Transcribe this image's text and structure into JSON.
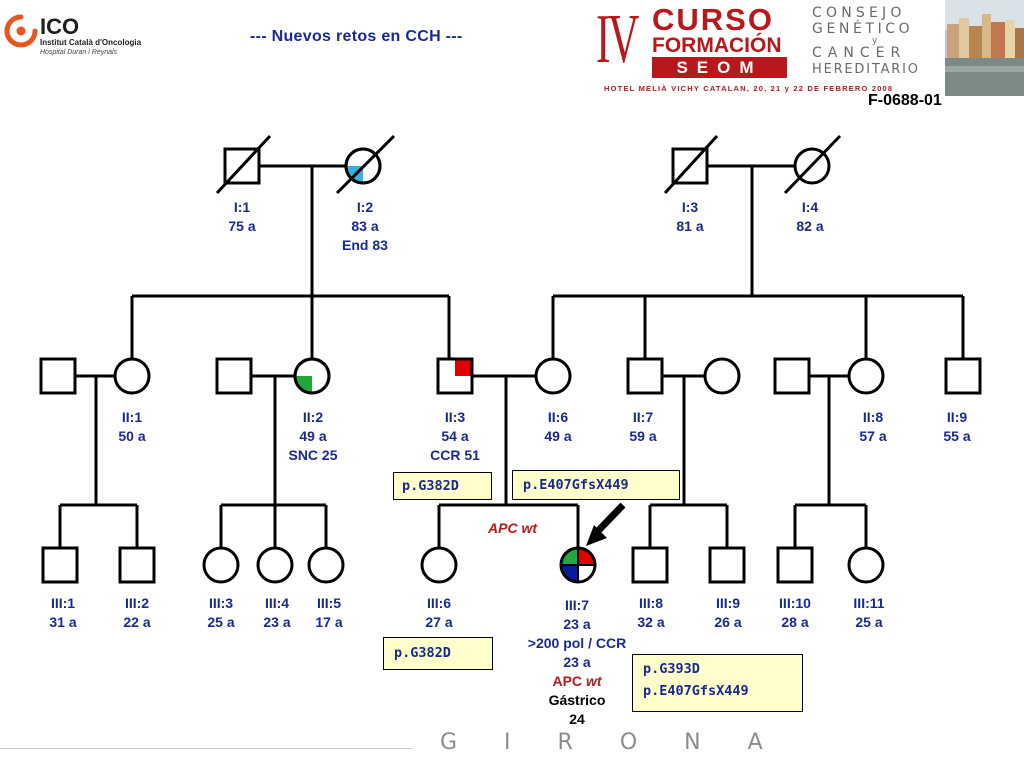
{
  "header": {
    "logo": {
      "name": "ICO",
      "subtitle_1": "Institut Català d'Oncologia",
      "subtitle_2": "Hospital Duran i Reynals",
      "brand_color": "#e8551f"
    },
    "slide_title": "--- Nuevos retos en CCH ---",
    "course": {
      "roman": "IV",
      "line_1": "CURSO",
      "line_2": "FORMACIÓN",
      "line_3": "SEOM",
      "venue": "HOTEL MELIÀ VICHY CATALAN, 20, 21 y 22 DE FEBRERO 2008",
      "side_text": [
        "CONSEJO",
        "GENÉTICO",
        "y",
        "CANCER",
        "HEREDITARIO"
      ],
      "color": "#b8181b"
    },
    "family_code": "F-0688-01"
  },
  "pedigree": {
    "generation_1": [
      {
        "id": "I:1",
        "age": "75 a"
      },
      {
        "id": "I:2",
        "age": "83 a",
        "note": "End 83"
      },
      {
        "id": "I:3",
        "age": "81 a"
      },
      {
        "id": "I:4",
        "age": "82 a"
      }
    ],
    "generation_2": [
      {
        "id": "II:1",
        "age": "50 a"
      },
      {
        "id": "II:2",
        "age": "49 a",
        "note": "SNC 25"
      },
      {
        "id": "II:3",
        "age": "54 a",
        "note": "CCR 51"
      },
      {
        "id": "II:6",
        "age": "49 a"
      },
      {
        "id": "II:7",
        "age": "59 a"
      },
      {
        "id": "II:8",
        "age": "57 a"
      },
      {
        "id": "II:9",
        "age": "55 a"
      }
    ],
    "generation_3": [
      {
        "id": "III:1",
        "age": "31 a"
      },
      {
        "id": "III:2",
        "age": "22 a"
      },
      {
        "id": "III:3",
        "age": "25 a"
      },
      {
        "id": "III:4",
        "age": "23 a"
      },
      {
        "id": "III:5",
        "age": "17 a"
      },
      {
        "id": "III:6",
        "age": "27 a"
      },
      {
        "id": "III:8",
        "age": "32 a"
      },
      {
        "id": "III:9",
        "age": "26 a"
      },
      {
        "id": "III:10",
        "age": "28 a"
      },
      {
        "id": "III:11",
        "age": "25 a"
      }
    ],
    "proband": {
      "id": "III:7",
      "age": "23 a",
      "phenotype": ">200 pol / CCR",
      "phenotype_age": "23 a",
      "apc": "APC",
      "apc_status": "wt",
      "second_tumor": "Gástrico",
      "second_tumor_age": "24"
    },
    "mutation_boxes": {
      "father": "p.G382D",
      "mother": "p.E407GfsX449",
      "sibling": "p.G382D",
      "proband": [
        "p.G393D",
        "p.E407GfsX449"
      ]
    },
    "apc_wt_label": "APC wt",
    "marker_colors": {
      "red": "#e00000",
      "green": "#22a83a",
      "blue": "#0a1a9a",
      "cyan": "#3ab0e0"
    }
  },
  "footer": {
    "city": "GIRONA"
  }
}
